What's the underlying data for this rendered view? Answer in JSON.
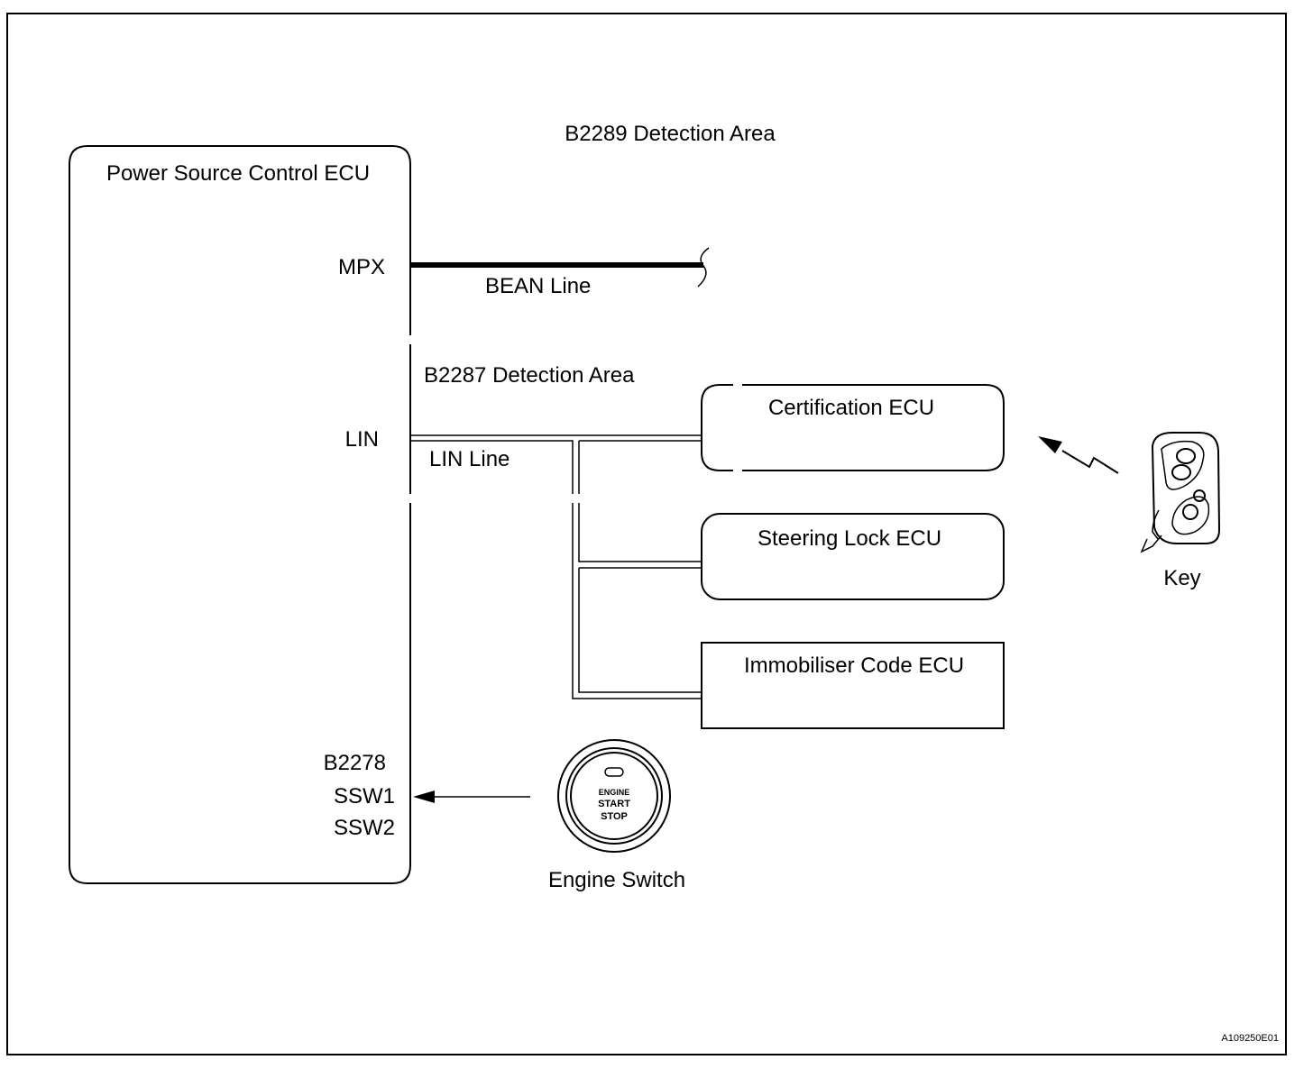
{
  "labels": {
    "b2289_area": "B2289 Detection Area",
    "b2287_area": "B2287 Detection Area",
    "power_ecu": "Power Source Control ECU",
    "mpx": "MPX",
    "lin": "LIN",
    "bean_line": "BEAN Line",
    "lin_line": "LIN Line",
    "cert_ecu": "Certification ECU",
    "steer_ecu": "Steering Lock ECU",
    "immo_ecu": "Immobiliser Code ECU",
    "key": "Key",
    "b2278": "B2278",
    "ssw1": "SSW1",
    "ssw2": "SSW2",
    "engine_switch": "Engine Switch",
    "engine_btn_1": "ENGINE",
    "engine_btn_2": "START",
    "engine_btn_3": "STOP",
    "ref": "A109250E01"
  },
  "colors": {
    "line": "#000000",
    "background": "#ffffff"
  }
}
